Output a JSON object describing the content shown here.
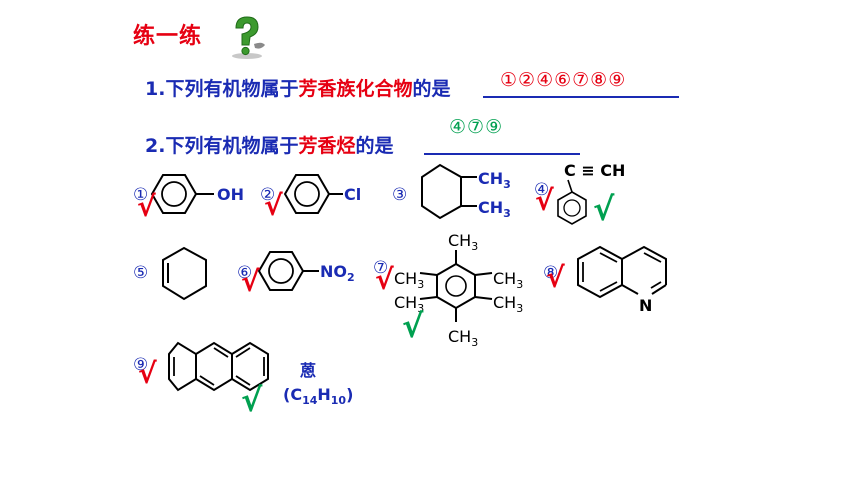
{
  "title": "练一练",
  "question1": {
    "prefix": "1.下列有机物属于",
    "highlight": "芳香族化合物",
    "suffix": "的是",
    "answer": "①②④⑥⑦⑧⑨"
  },
  "question2": {
    "prefix": "2.下列有机物属于",
    "highlight": "芳香烃",
    "suffix": "的是",
    "answer": "④⑦⑨"
  },
  "compounds": [
    {
      "num": "①",
      "labels": [
        "OH"
      ]
    },
    {
      "num": "②",
      "labels": [
        "Cl"
      ]
    },
    {
      "num": "③",
      "labels": [
        "CH",
        "3",
        "CH",
        "3"
      ]
    },
    {
      "num": "④",
      "labels": [
        "C ≡ CH"
      ]
    },
    {
      "num": "⑤",
      "labels": []
    },
    {
      "num": "⑥",
      "labels": [
        "NO",
        "2"
      ]
    },
    {
      "num": "⑦",
      "labels": [
        "CH",
        "3"
      ]
    },
    {
      "num": "⑧",
      "labels": [
        "N"
      ]
    },
    {
      "num": "⑨",
      "labels": [
        "蒽",
        "(C",
        "14",
        "H",
        "10",
        ")"
      ]
    }
  ],
  "marks": {
    "check": "√"
  },
  "colors": {
    "title": "#e60012",
    "question": "#1a2bb3",
    "highlight": "#e60012",
    "answer1": "#e60012",
    "answer2": "#00a050",
    "check_red": "#e60012",
    "check_green": "#00a050"
  }
}
